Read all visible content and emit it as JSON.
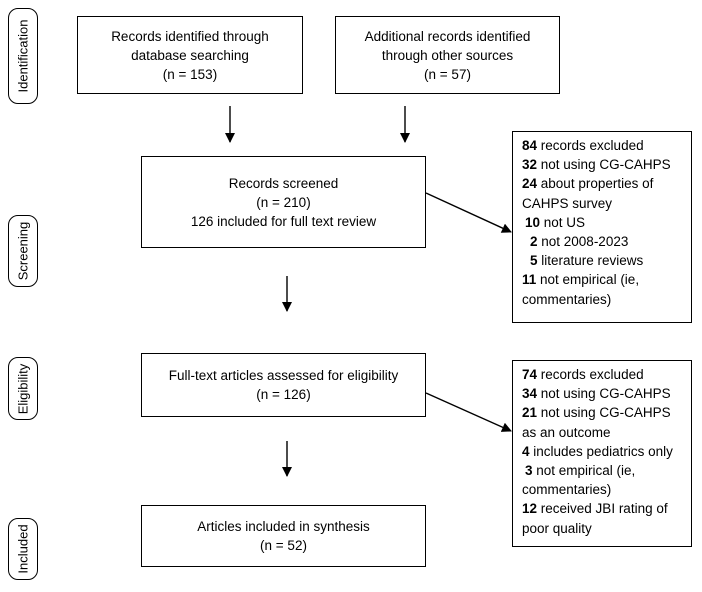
{
  "phases": {
    "identification": "Identification",
    "screening": "Screening",
    "eligibility": "Eligibility",
    "included": "Included"
  },
  "boxes": {
    "database": {
      "line1": "Records identified through",
      "line2": "database searching",
      "line3": "(n = 153)"
    },
    "other": {
      "line1": "Additional records identified",
      "line2": "through other sources",
      "line3": "(n = 57)"
    },
    "screened": {
      "line1": "Records screened",
      "line2": "(n = 210)",
      "line3": "126 included for full text review"
    },
    "eligibility": {
      "line1": "Full-text articles assessed for eligibility",
      "line2": "(n = 126)"
    },
    "included": {
      "line1": "Articles included in synthesis",
      "line2": "(n = 52)"
    }
  },
  "exclusions_screening": [
    {
      "num": "84",
      "text": " records excluded"
    },
    {
      "num": "32",
      "text": " not using CG-CAHPS"
    },
    {
      "num": "24",
      "text": " about properties of"
    },
    {
      "num": "",
      "text": "CAHPS survey"
    },
    {
      "num": " 10",
      "text": " not US"
    },
    {
      "num": "  2",
      "text": " not 2008-2023"
    },
    {
      "num": "  5",
      "text": " literature reviews"
    },
    {
      "num": "11",
      "text": " not empirical (ie,"
    },
    {
      "num": "",
      "text": "commentaries)"
    }
  ],
  "exclusions_eligibility": [
    {
      "num": "74",
      "text": " records excluded"
    },
    {
      "num": "34",
      "text": " not using CG-CAHPS"
    },
    {
      "num": "21",
      "text": " not using CG-CAHPS"
    },
    {
      "num": "",
      "text": "as an outcome"
    },
    {
      "num": "4",
      "text": " includes pediatrics only"
    },
    {
      "num": " 3",
      "text": " not empirical (ie,"
    },
    {
      "num": "",
      "text": "commentaries)"
    },
    {
      "num": "12",
      "text": " received JBI rating of"
    },
    {
      "num": "",
      "text": "poor quality"
    }
  ]
}
